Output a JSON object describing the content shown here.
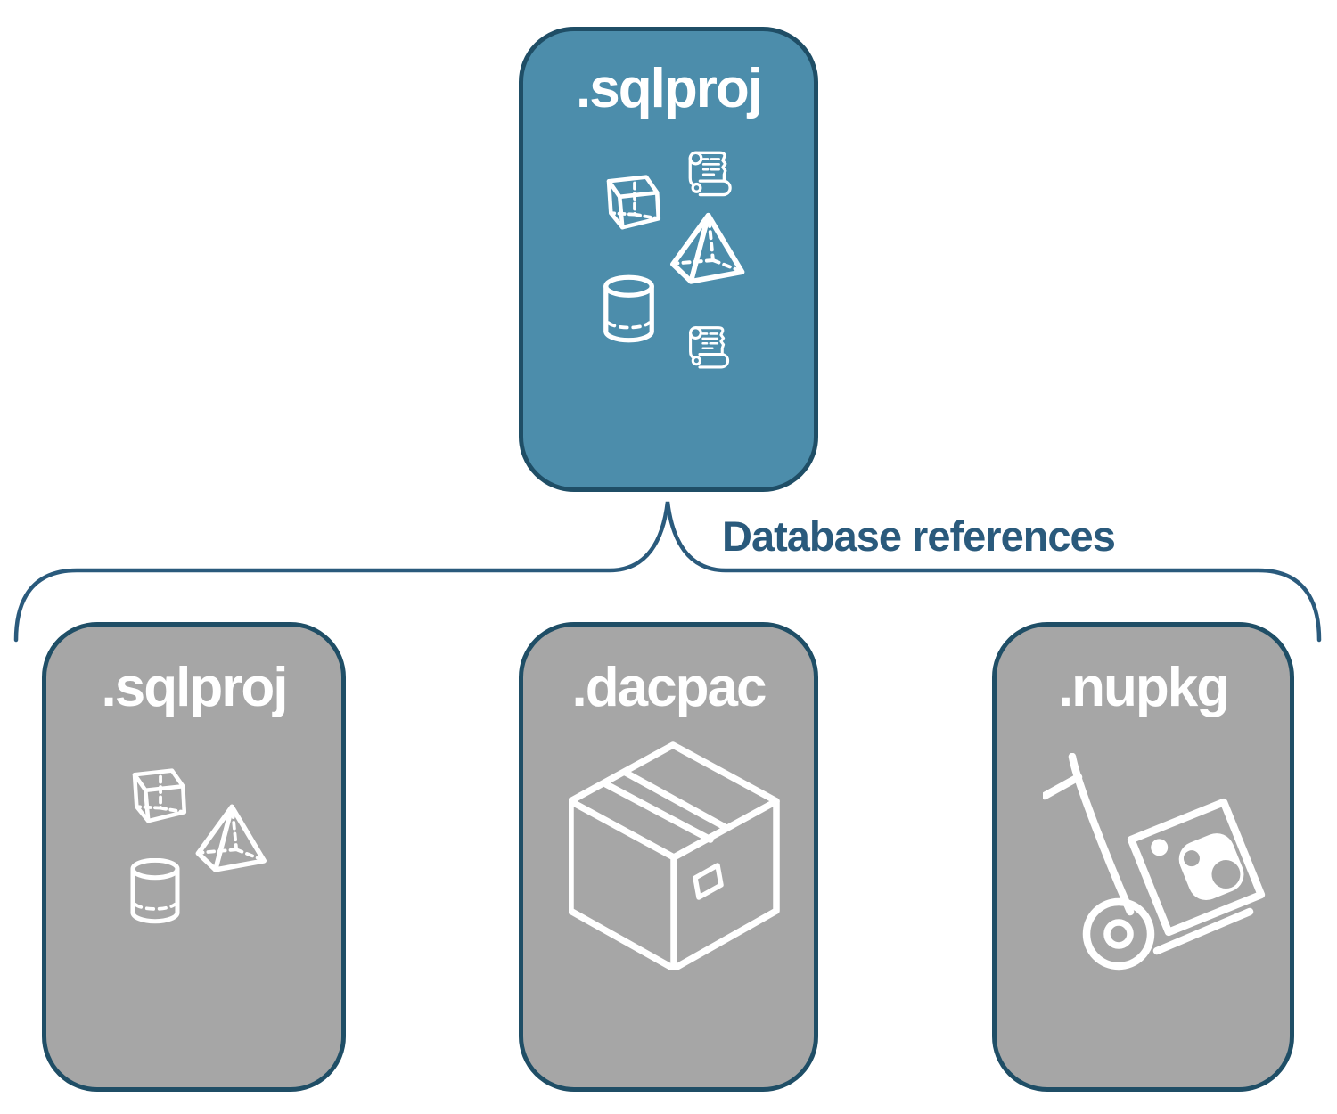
{
  "colors": {
    "root_fill": "#4C8DAB",
    "child_fill": "#A6A6A6",
    "box_border": "#1F4E66",
    "connector": "#2A5A7C",
    "icon": "#FFFFFF",
    "background": "#FFFFFF"
  },
  "root_node": {
    "label": ".sqlproj",
    "icons": [
      "scroll-icon",
      "cube-icon",
      "pyramid-icon",
      "cylinder-icon",
      "scroll-icon"
    ]
  },
  "connector": {
    "label": "Database references",
    "shape": "curly-brace"
  },
  "child_nodes": [
    {
      "label": ".sqlproj",
      "icons": [
        "cube-icon",
        "pyramid-icon",
        "cylinder-icon"
      ]
    },
    {
      "label": ".dacpac",
      "icons": [
        "package-box-icon"
      ]
    },
    {
      "label": ".nupkg",
      "icons": [
        "hand-truck-nuget-icon"
      ]
    }
  ]
}
